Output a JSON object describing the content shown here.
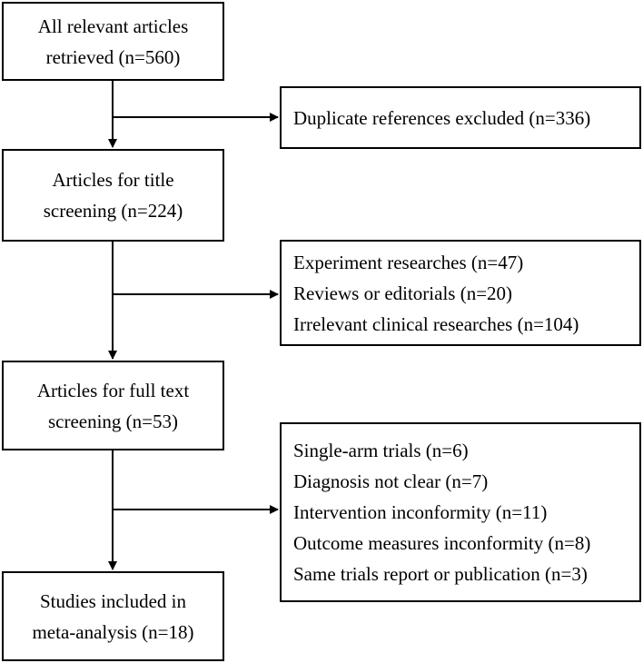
{
  "main_boxes": {
    "retrieved": [
      "All relevant articles",
      "retrieved (n=560)"
    ],
    "title_screening": [
      "Articles for title",
      "screening (n=224)"
    ],
    "full_text": [
      "Articles for full text",
      "screening (n=53)"
    ],
    "included": [
      "Studies included in",
      "meta-analysis (n=18)"
    ]
  },
  "exclusion_boxes": {
    "duplicates": [
      "Duplicate references excluded (n=336)"
    ],
    "title_exclusions": [
      "Experiment researches (n=47)",
      "Reviews or editorials (n=20)",
      "Irrelevant clinical researches (n=104)"
    ],
    "full_text_exclusions": [
      "Single-arm trials (n=6)",
      "Diagnosis not clear (n=7)",
      "Intervention inconformity (n=11)",
      "Outcome measures inconformity (n=8)",
      "Same trials report or publication (n=3)"
    ]
  }
}
